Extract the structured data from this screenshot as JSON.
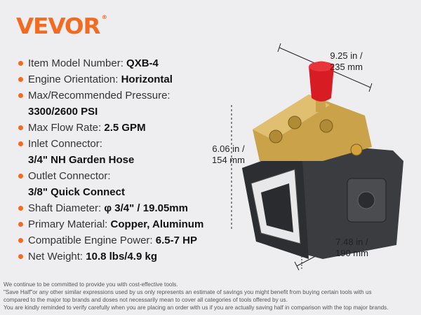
{
  "brand": {
    "logo": "VEVOR",
    "registered": "®"
  },
  "specs": [
    {
      "label": "Item Model Number: ",
      "value": "QXB-4"
    },
    {
      "label": "Engine Orientation: ",
      "value": "Horizontal"
    },
    {
      "label": "Max/Recommended Pressure:",
      "value": "3300/2600 PSI"
    },
    {
      "label": "Max Flow Rate: ",
      "value": "2.5 GPM"
    },
    {
      "label": "Inlet Connector:",
      "value": "3/4\" NH Garden Hose"
    },
    {
      "label": "Outlet Connector:",
      "value": "3/8\" Quick Connect"
    },
    {
      "label": "Shaft Diameter: ",
      "value": "φ 3/4\" / 19.05mm"
    },
    {
      "label": "Primary Material: ",
      "value": "Copper, Aluminum"
    },
    {
      "label": "Compatible Engine Power: ",
      "value": "6.5-7 HP"
    },
    {
      "label": "Net Weight: ",
      "value": "10.8 lbs/4.9 kg"
    }
  ],
  "dimensions": {
    "width": [
      "9.25 in /",
      "235 mm"
    ],
    "height": [
      "6.06 in /",
      "154 mm"
    ],
    "depth": [
      "7.48 in /",
      "190 mm"
    ]
  },
  "disclaimer": [
    "We continue to be committed to provide you with cost-effective tools.",
    "\"Save Half\"or any other similar expressions used by us only represents an estimate of savings you might benefit from buying certain tools with us",
    "compared to the major top brands and doses not necessarily mean to cover all categories of tools offered by us.",
    "You are kindly reminded to verify carefully when you are placing an order with us if you are actually saving half in comparison with the top major brands."
  ]
}
